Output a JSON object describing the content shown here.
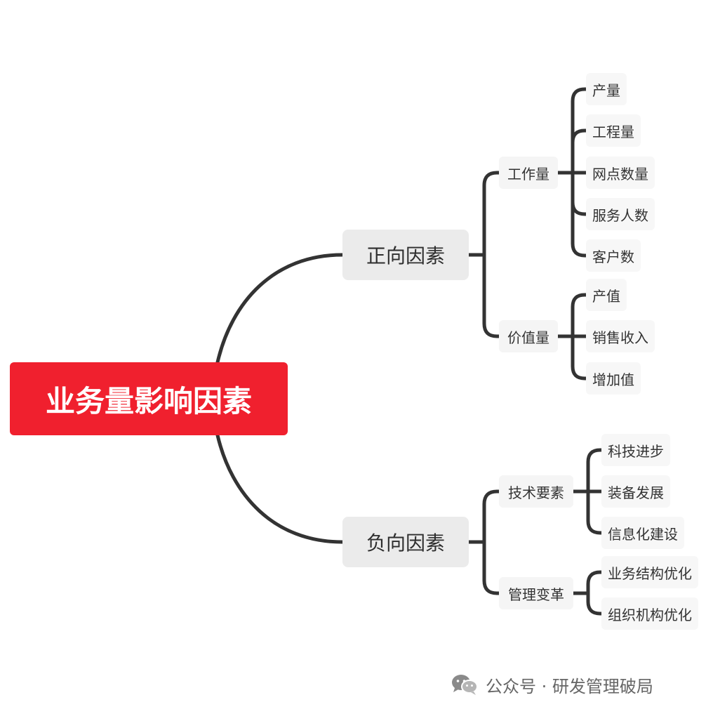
{
  "root": {
    "label": "业务量影响因素"
  },
  "positive": {
    "label": "正向因素",
    "workload": {
      "label": "工作量",
      "items": [
        "产量",
        "工程量",
        "网点数量",
        "服务人数",
        "客户数"
      ]
    },
    "value": {
      "label": "价值量",
      "items": [
        "产值",
        "销售收入",
        "增加值"
      ]
    }
  },
  "negative": {
    "label": "负向因素",
    "tech": {
      "label": "技术要素",
      "items": [
        "科技进步",
        "装备发展",
        "信息化建设"
      ]
    },
    "mgmt": {
      "label": "管理变革",
      "items": [
        "业务结构优化",
        "组织机构优化"
      ]
    }
  },
  "footer": {
    "text": "公众号 · 研发管理破局",
    "icon": "wechat-icon"
  },
  "colors": {
    "root": "#f0202e",
    "line": "#333333",
    "main_box": "#ebebeb",
    "leaf_box": "#f7f7f7"
  }
}
